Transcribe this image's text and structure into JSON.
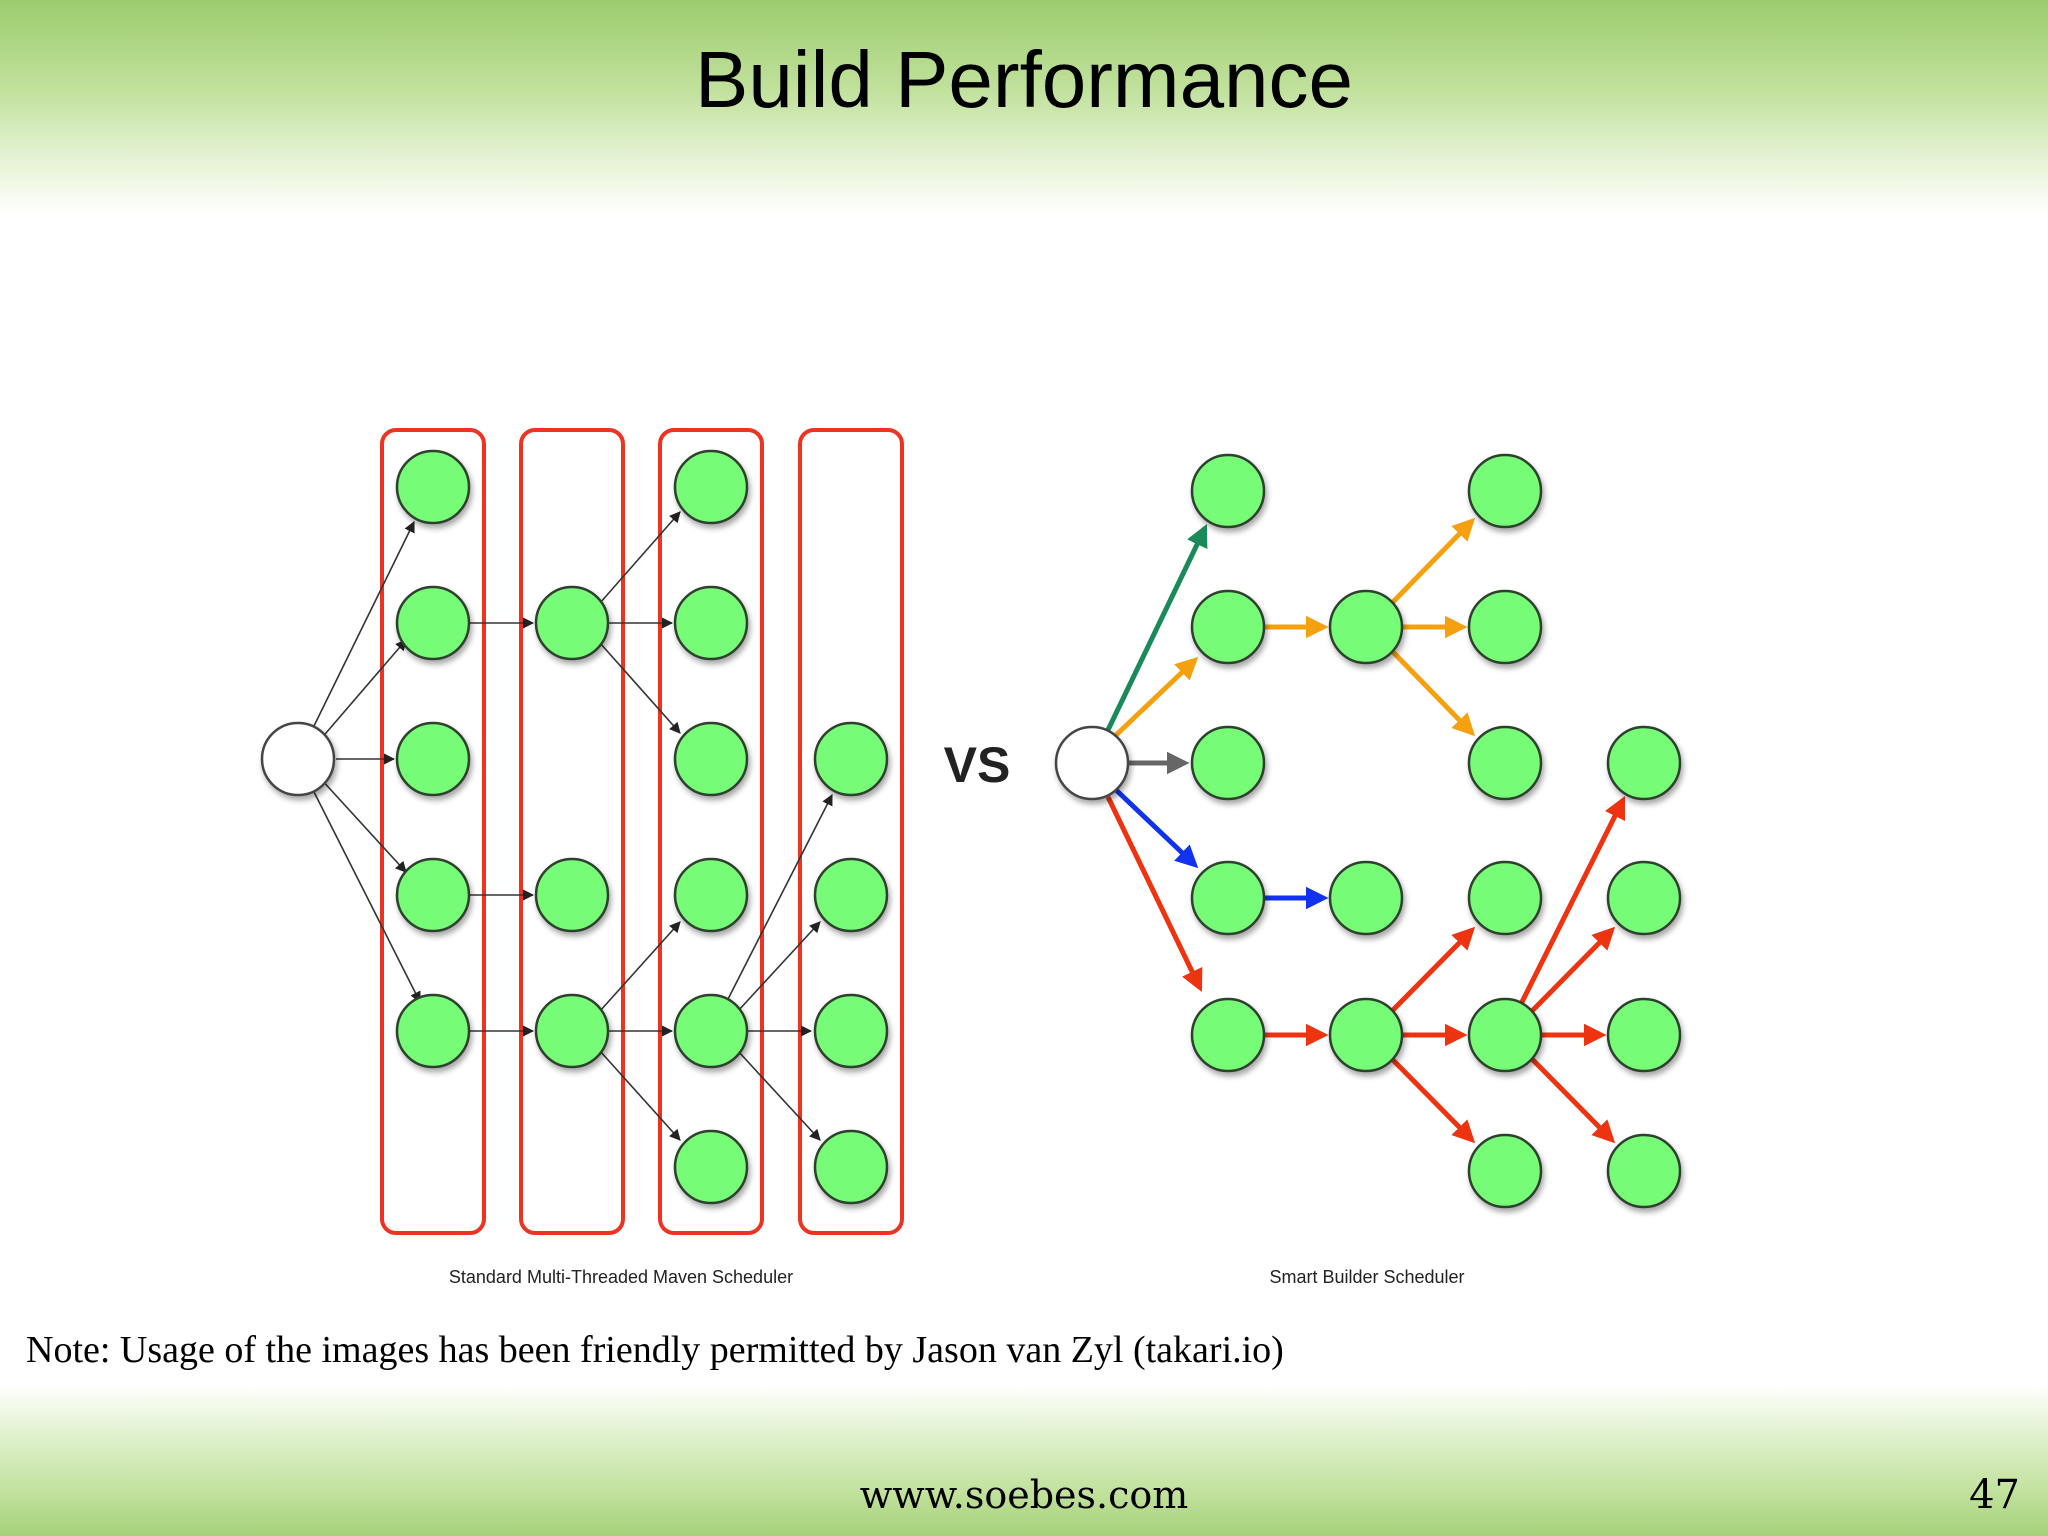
{
  "slide": {
    "title": "Build Performance",
    "note": "Note: Usage of the images has been friendly permitted by Jason van Zyl (takari.io)",
    "footer_url": "www.soebes.com",
    "page_number": "47"
  },
  "diagram": {
    "vs_label": "VS",
    "left_caption": "Standard Multi-Threaded Maven Scheduler",
    "right_caption": "Smart Builder Scheduler",
    "colors": {
      "node_fill": "#77fc77",
      "group_box": "#ee3322",
      "edge_green": "#1a8a5a",
      "edge_orange": "#f5a10f",
      "edge_gray": "#666666",
      "edge_blue": "#1133ee",
      "edge_red": "#ee3311"
    }
  }
}
